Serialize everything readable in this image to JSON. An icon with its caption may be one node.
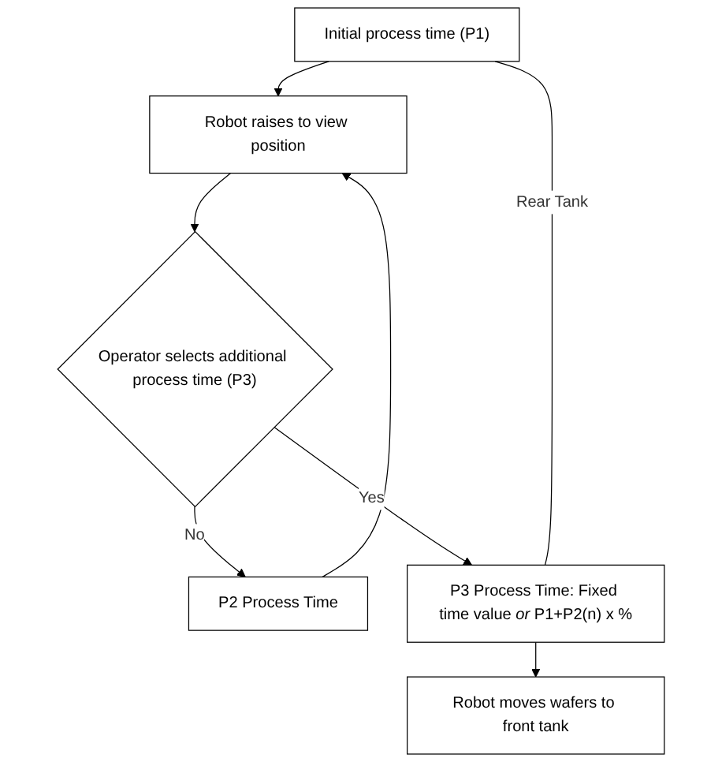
{
  "diagram": {
    "nodes": [
      {
        "text": [
          "Initial process time (P1)"
        ]
      },
      {
        "text": [
          "Robot raises to view position"
        ]
      },
      {
        "text": [
          "Operator selects additional process time (P3)"
        ]
      },
      {
        "text": [
          "P2 Process Time"
        ]
      },
      {
        "text": [
          "P3 Process Time: Fixed time value *or* P1+P2(n) x %"
        ]
      },
      {
        "text": [
          "Robot moves wafers to front tank"
        ]
      }
    ],
    "edges": [
      {
        "from": 0,
        "to": 1,
        "arrow": "to"
      },
      {
        "from": 1,
        "to": 2,
        "arrow": "to"
      },
      {
        "from": 2,
        "to": 3,
        "label": "No",
        "arrow": "to"
      },
      {
        "from": 3,
        "to": 1,
        "arrow": "to"
      },
      {
        "from": 2,
        "to": 4,
        "label": "Yes",
        "arrow": "to"
      },
      {
        "from": 4,
        "to": 5,
        "arrow": "to"
      },
      {
        "from": 0,
        "to": 4,
        "label": "Rear Tank",
        "arrow": "none"
      }
    ]
  }
}
